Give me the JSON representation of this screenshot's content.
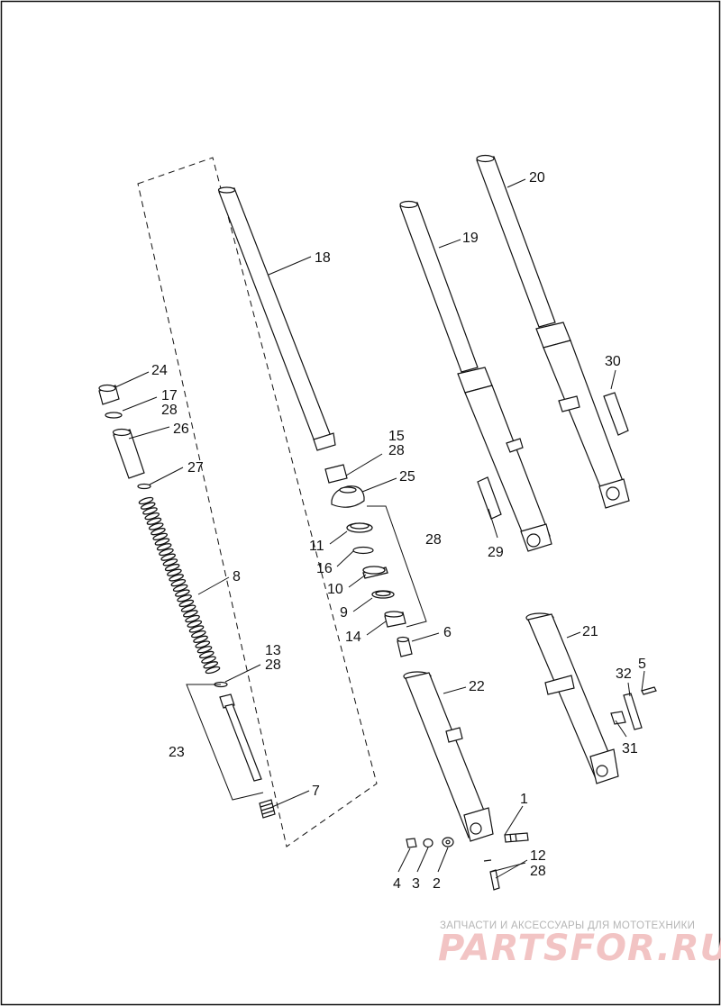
{
  "callouts": {
    "c1": "1",
    "c2": "2",
    "c3": "3",
    "c4": "4",
    "c5": "5",
    "c6": "6",
    "c7": "7",
    "c8": "8",
    "c9": "9",
    "c10": "10",
    "c11": "11",
    "c12": "12",
    "c13": "13",
    "c14": "14",
    "c15": "15",
    "c16": "16",
    "c17": "17",
    "c18": "18",
    "c19": "19",
    "c20": "20",
    "c21": "21",
    "c22": "22",
    "c23": "23",
    "c24": "24",
    "c25": "25",
    "c26": "26",
    "c27": "27",
    "c28": "28",
    "c29": "29",
    "c30": "30",
    "c31": "31",
    "c32": "32"
  },
  "watermark": {
    "tagline": "ЗАПЧАСТИ И АКСЕССУАРЫ ДЛЯ МОТОТЕХНИКИ",
    "logo": "PARTSFOR.RU"
  },
  "colors": {
    "line": "#111111",
    "part_fill": "#ffffff",
    "watermark_red": "#e07070",
    "watermark_grey": "#b5b5b5"
  }
}
